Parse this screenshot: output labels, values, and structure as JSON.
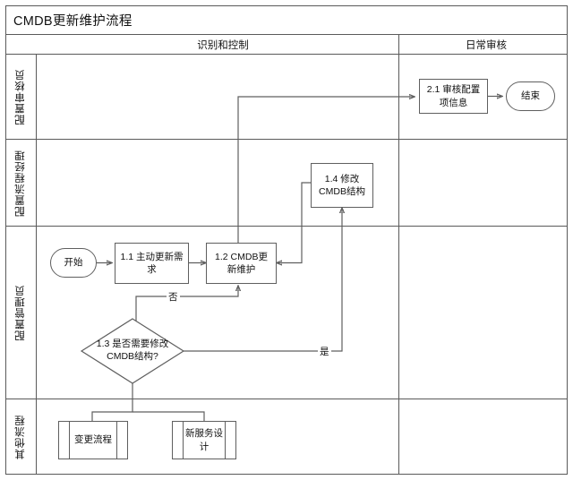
{
  "title": "CMDB更新维护流程",
  "phases": [
    {
      "id": "identify-control",
      "label": "识别和控制"
    },
    {
      "id": "daily-audit",
      "label": "日常审核"
    }
  ],
  "lanes": [
    {
      "id": "config-auditor",
      "label": "配置审核员"
    },
    {
      "id": "config-process-manager",
      "label": "配置流程经理"
    },
    {
      "id": "config-administrator",
      "label": "配置管理员"
    },
    {
      "id": "other-processes",
      "label": "其他流程"
    }
  ],
  "nodes": {
    "start": {
      "label": "开始",
      "type": "terminal",
      "lane": "config-administrator"
    },
    "n11": {
      "label": "1.1 主动更新需求",
      "type": "process",
      "lane": "config-administrator"
    },
    "n12": {
      "label": "1.2 CMDB更新维护",
      "type": "process",
      "lane": "config-administrator"
    },
    "n13": {
      "label": "1.3 是否需要修改CMDB结构?",
      "type": "decision",
      "lane": "config-administrator"
    },
    "n14": {
      "label": "1.4 修改CMDB结构",
      "type": "process",
      "lane": "config-process-manager"
    },
    "n21": {
      "label": "2.1 审核配置项信息",
      "type": "process",
      "lane": "config-auditor"
    },
    "end": {
      "label": "结束",
      "type": "terminal",
      "lane": "config-auditor"
    },
    "change_process": {
      "label": "变更流程",
      "type": "subprocess",
      "lane": "other-processes"
    },
    "new_service_design": {
      "label": "新服务设计",
      "type": "subprocess",
      "lane": "other-processes"
    }
  },
  "edge_labels": {
    "no": "否",
    "yes": "是"
  },
  "colors": {
    "border": "#5f5f5f",
    "frame": "#5a5a5a",
    "text": "#111111",
    "background": "#ffffff"
  }
}
